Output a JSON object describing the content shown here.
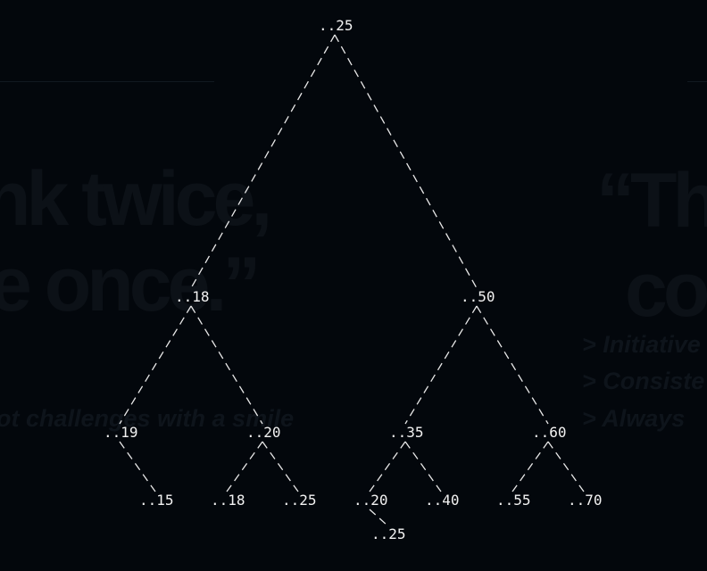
{
  "background": {
    "quote_left_line1": "nk twice,",
    "quote_left_line2": "e once.”",
    "tagline_left": "ot challenges with a smile",
    "quote_right_line1": "“Th",
    "quote_right_line2": "co",
    "bullets_right": [
      "> Initiative",
      "> Consiste",
      "> Always"
    ]
  },
  "tree": {
    "nodes": [
      {
        "id": "n25",
        "label": "..25"
      },
      {
        "id": "n18",
        "label": "..18"
      },
      {
        "id": "n50",
        "label": "..50"
      },
      {
        "id": "n19",
        "label": "..19"
      },
      {
        "id": "n20",
        "label": "..20"
      },
      {
        "id": "n35",
        "label": "..35"
      },
      {
        "id": "n60",
        "label": "..60"
      },
      {
        "id": "n15",
        "label": "..15"
      },
      {
        "id": "n18b",
        "label": "..18"
      },
      {
        "id": "n25b",
        "label": "..25"
      },
      {
        "id": "n20b",
        "label": "..20"
      },
      {
        "id": "n40",
        "label": "..40"
      },
      {
        "id": "n55",
        "label": "..55"
      },
      {
        "id": "n70",
        "label": "..70"
      },
      {
        "id": "n25c",
        "label": "..25"
      }
    ],
    "edges": [
      [
        "n25",
        "n18"
      ],
      [
        "n25",
        "n50"
      ],
      [
        "n18",
        "n19"
      ],
      [
        "n18",
        "n20"
      ],
      [
        "n50",
        "n35"
      ],
      [
        "n50",
        "n60"
      ],
      [
        "n19",
        "n15"
      ],
      [
        "n20",
        "n18b"
      ],
      [
        "n20",
        "n25b"
      ],
      [
        "n35",
        "n20b"
      ],
      [
        "n35",
        "n40"
      ],
      [
        "n60",
        "n55"
      ],
      [
        "n60",
        "n70"
      ],
      [
        "n20b",
        "n25c"
      ]
    ]
  }
}
